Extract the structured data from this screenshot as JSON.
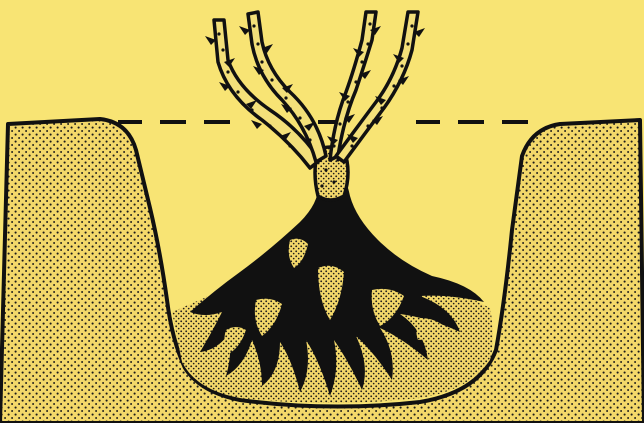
{
  "illustration": {
    "subject": "rose-planting-hole",
    "colors": {
      "background": "#f8e474",
      "soil_fill": "#f3d86a",
      "soil_dots": "#1a1a1a",
      "ink": "#111111",
      "stem_fill": "#f3e07a"
    },
    "elements": [
      "soil-bank-left",
      "soil-bank-right",
      "hole-floor",
      "planting-level-line",
      "soil-mound",
      "root-mass",
      "rose-stems",
      "thorns"
    ]
  }
}
